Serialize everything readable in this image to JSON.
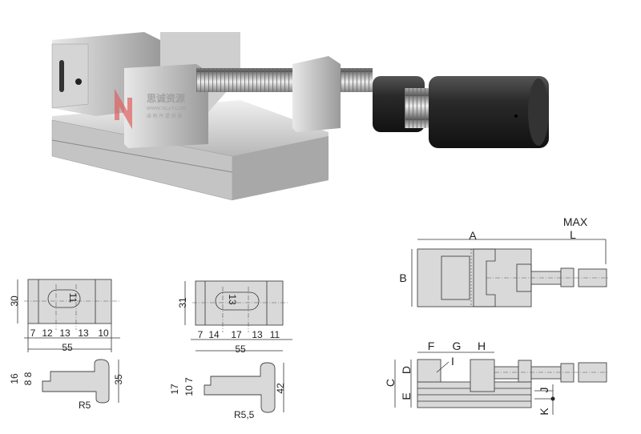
{
  "watermark": {
    "name": "思诚资源",
    "url": "WWW.SCZY.COM",
    "tagline": "床 附 件 提 供 商"
  },
  "jaw_plate_1": {
    "height": "30",
    "slot": "11",
    "segments": [
      "7",
      "12",
      "13",
      "13",
      "10"
    ],
    "total": "55",
    "profile": {
      "height": "16",
      "step": "8 8",
      "overall": "35",
      "radius": "R5"
    }
  },
  "jaw_plate_2": {
    "height": "31",
    "slot": "13",
    "segments": [
      "7",
      "14",
      "17",
      "13",
      "11"
    ],
    "total": "55",
    "profile": {
      "height": "17",
      "step": "10 7",
      "overall": "42",
      "radius": "R5,5"
    }
  },
  "vise_drawing": {
    "top": {
      "A": "A",
      "max": "MAX",
      "L": "L",
      "B": "B"
    },
    "side": {
      "F": "F",
      "G": "G",
      "H": "H",
      "I": "I",
      "C": "C",
      "D": "D",
      "E": "E",
      "J": "J",
      "K": "K"
    }
  },
  "colors": {
    "steel": "#c8c8c8",
    "dark": "#2a2a2a",
    "part": "#d9d9d9"
  }
}
